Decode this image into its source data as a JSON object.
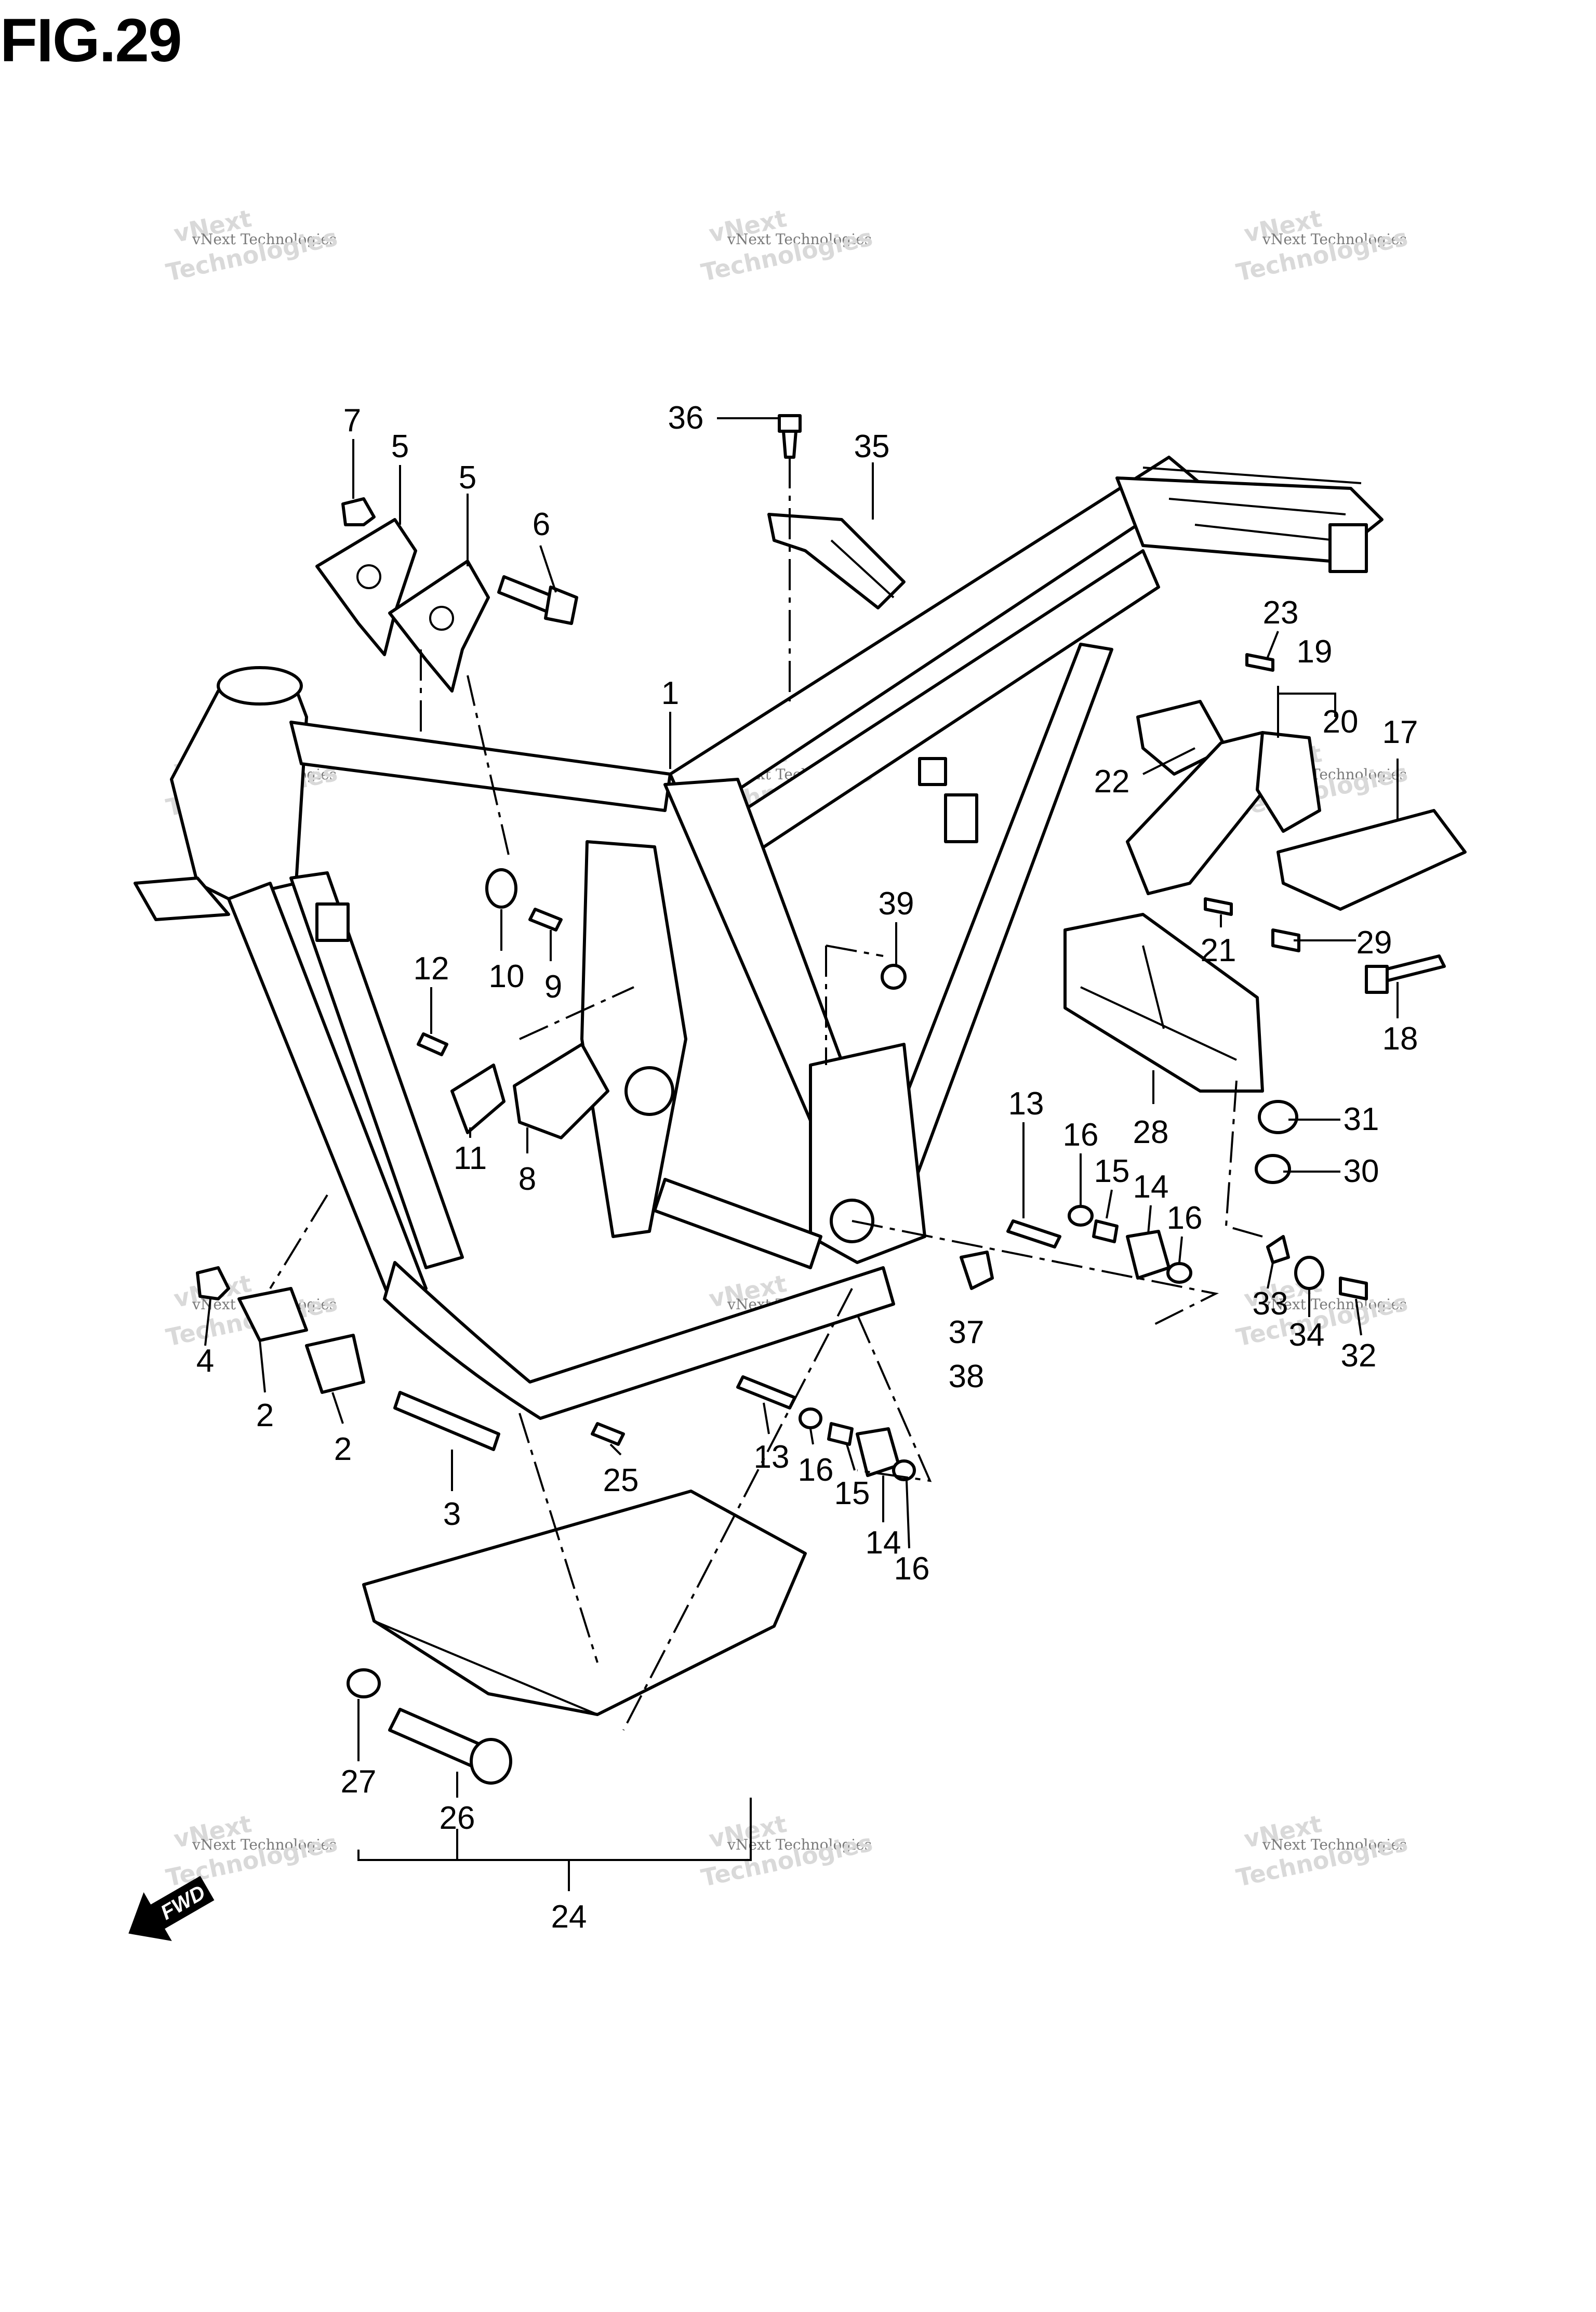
{
  "figure": {
    "title": "FIG.29"
  },
  "watermark": {
    "line1": "vNext Technologies",
    "line2a": "vNext",
    "line2b": "Technologies"
  },
  "fwd": {
    "label": "FWD"
  },
  "callouts": [
    {
      "id": "c7",
      "text": "7"
    },
    {
      "id": "c5a",
      "text": "5"
    },
    {
      "id": "c5b",
      "text": "5"
    },
    {
      "id": "c6",
      "text": "6"
    },
    {
      "id": "c36",
      "text": "36"
    },
    {
      "id": "c35",
      "text": "35"
    },
    {
      "id": "c1",
      "text": "1"
    },
    {
      "id": "c23",
      "text": "23"
    },
    {
      "id": "c19",
      "text": "19"
    },
    {
      "id": "c20",
      "text": "20"
    },
    {
      "id": "c17",
      "text": "17"
    },
    {
      "id": "c22",
      "text": "22"
    },
    {
      "id": "c21",
      "text": "21"
    },
    {
      "id": "c29",
      "text": "29"
    },
    {
      "id": "c18",
      "text": "18"
    },
    {
      "id": "c39",
      "text": "39"
    },
    {
      "id": "c10",
      "text": "10"
    },
    {
      "id": "c9",
      "text": "9"
    },
    {
      "id": "c12",
      "text": "12"
    },
    {
      "id": "c11",
      "text": "11"
    },
    {
      "id": "c8",
      "text": "8"
    },
    {
      "id": "c28",
      "text": "28"
    },
    {
      "id": "c31",
      "text": "31"
    },
    {
      "id": "c30",
      "text": "30"
    },
    {
      "id": "c13a",
      "text": "13"
    },
    {
      "id": "c16a",
      "text": "16"
    },
    {
      "id": "c15a",
      "text": "15"
    },
    {
      "id": "c14a",
      "text": "14"
    },
    {
      "id": "c16b",
      "text": "16"
    },
    {
      "id": "c37",
      "text": "37"
    },
    {
      "id": "c38",
      "text": "38"
    },
    {
      "id": "c33",
      "text": "33"
    },
    {
      "id": "c34",
      "text": "34"
    },
    {
      "id": "c32",
      "text": "32"
    },
    {
      "id": "c4",
      "text": "4"
    },
    {
      "id": "c2a",
      "text": "2"
    },
    {
      "id": "c2b",
      "text": "2"
    },
    {
      "id": "c3",
      "text": "3"
    },
    {
      "id": "c25",
      "text": "25"
    },
    {
      "id": "c13b",
      "text": "13"
    },
    {
      "id": "c16c",
      "text": "16"
    },
    {
      "id": "c15b",
      "text": "15"
    },
    {
      "id": "c14b",
      "text": "14"
    },
    {
      "id": "c16d",
      "text": "16"
    },
    {
      "id": "c27",
      "text": "27"
    },
    {
      "id": "c26",
      "text": "26"
    },
    {
      "id": "c24",
      "text": "24"
    }
  ]
}
